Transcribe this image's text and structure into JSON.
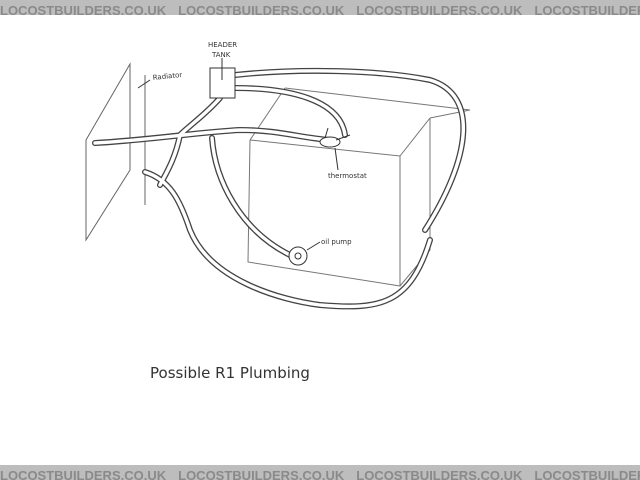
{
  "watermark": "LOCOSTBUILDERS.CO.UK",
  "labels": {
    "header_tank_line1": "HEADER",
    "header_tank_line2": "TANK",
    "radiator": "Radiator",
    "thermostat": "thermostat",
    "oil_pump": "oil pump",
    "caption": "Possible R1 Plumbing"
  }
}
